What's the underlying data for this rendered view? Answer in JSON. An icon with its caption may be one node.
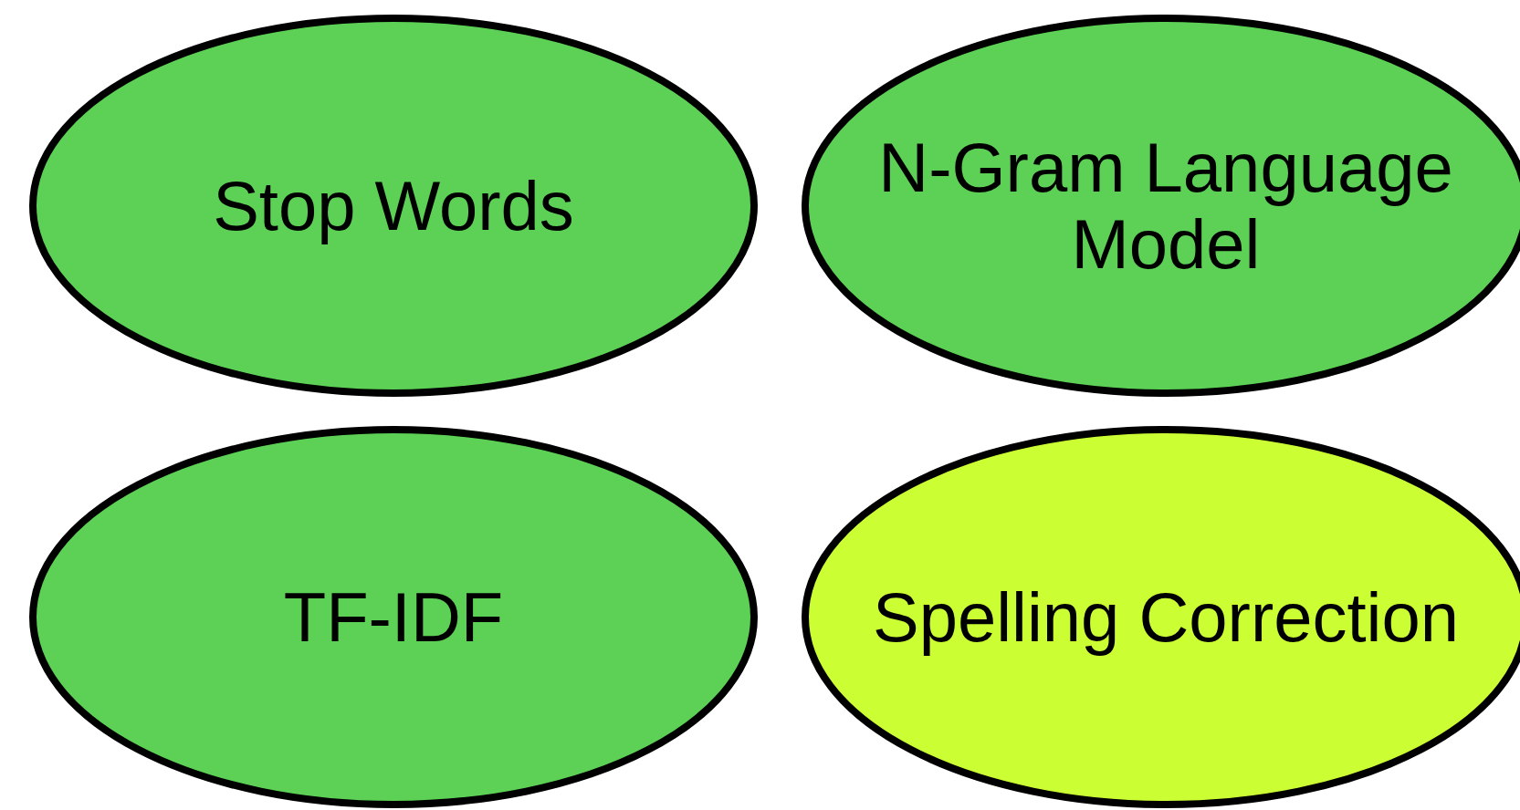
{
  "diagram": {
    "nodes": [
      {
        "text": [
          "Stop Words"
        ]
      },
      {
        "text": [
          "N-Gram Language Model"
        ]
      },
      {
        "text": [
          "TF-IDF"
        ]
      },
      {
        "text": [
          "Spelling Correction"
        ]
      }
    ]
  }
}
